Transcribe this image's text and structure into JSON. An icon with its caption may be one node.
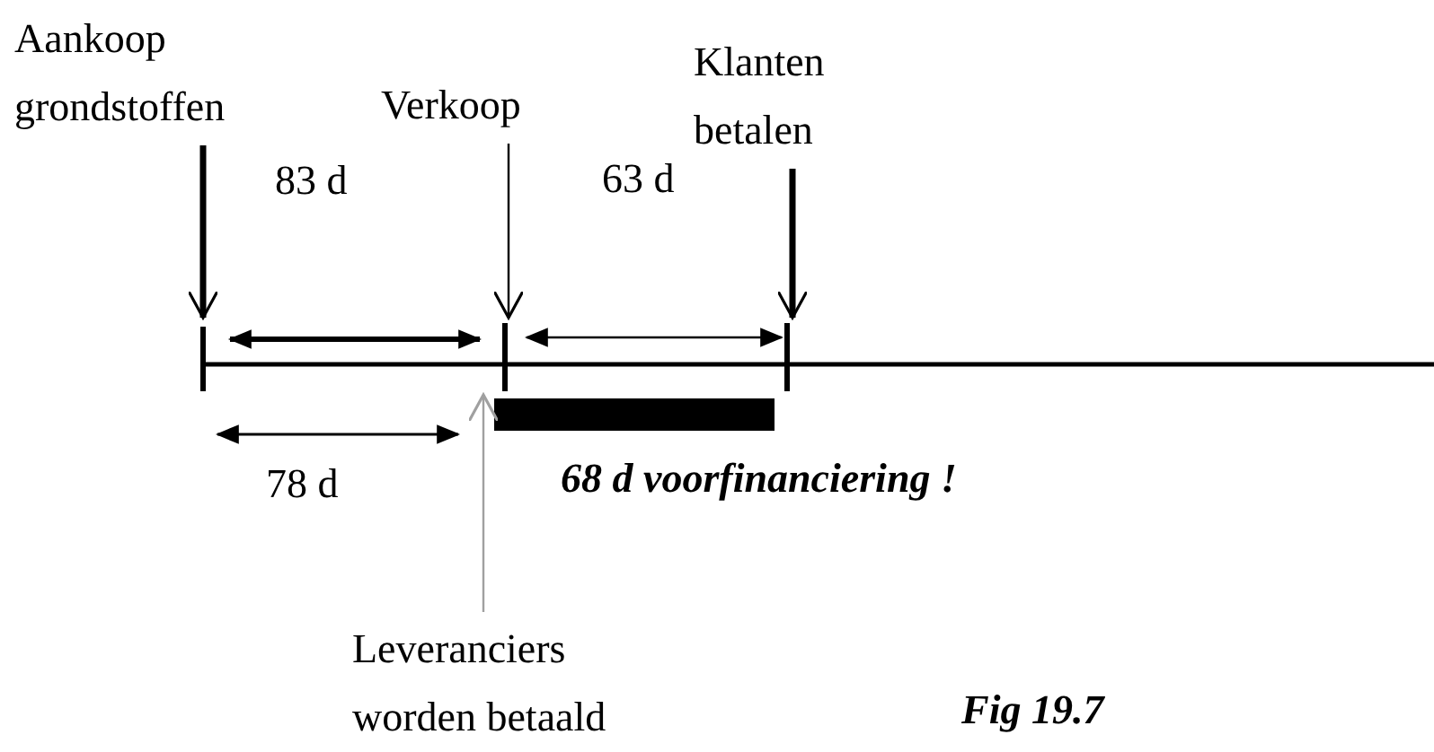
{
  "diagram": {
    "nodes": [
      {
        "text": [
          "Aankoop grondstoffen"
        ]
      },
      {
        "text": [
          "Verkoop"
        ]
      },
      {
        "text": [
          "Klanten betalen"
        ]
      },
      {
        "text": [],
        "shape": "line"
      },
      {
        "text": [],
        "shape": "bar"
      },
      {
        "text": [
          "Leveranciers worden betaald"
        ]
      }
    ],
    "edges": [
      {
        "from": 0,
        "to": 3,
        "arrow": "to",
        "style": "thick"
      },
      {
        "from": 1,
        "to": 3,
        "arrow": "to"
      },
      {
        "from": 2,
        "to": 3,
        "arrow": "to",
        "style": "thick"
      },
      {
        "from": 5,
        "to": 3,
        "arrow": "to",
        "color": "#a0a0a0"
      }
    ],
    "labels": [
      "83 d",
      "63 d",
      "78 d",
      "68 d voorfinanciering !",
      "Fig 19.7"
    ]
  }
}
